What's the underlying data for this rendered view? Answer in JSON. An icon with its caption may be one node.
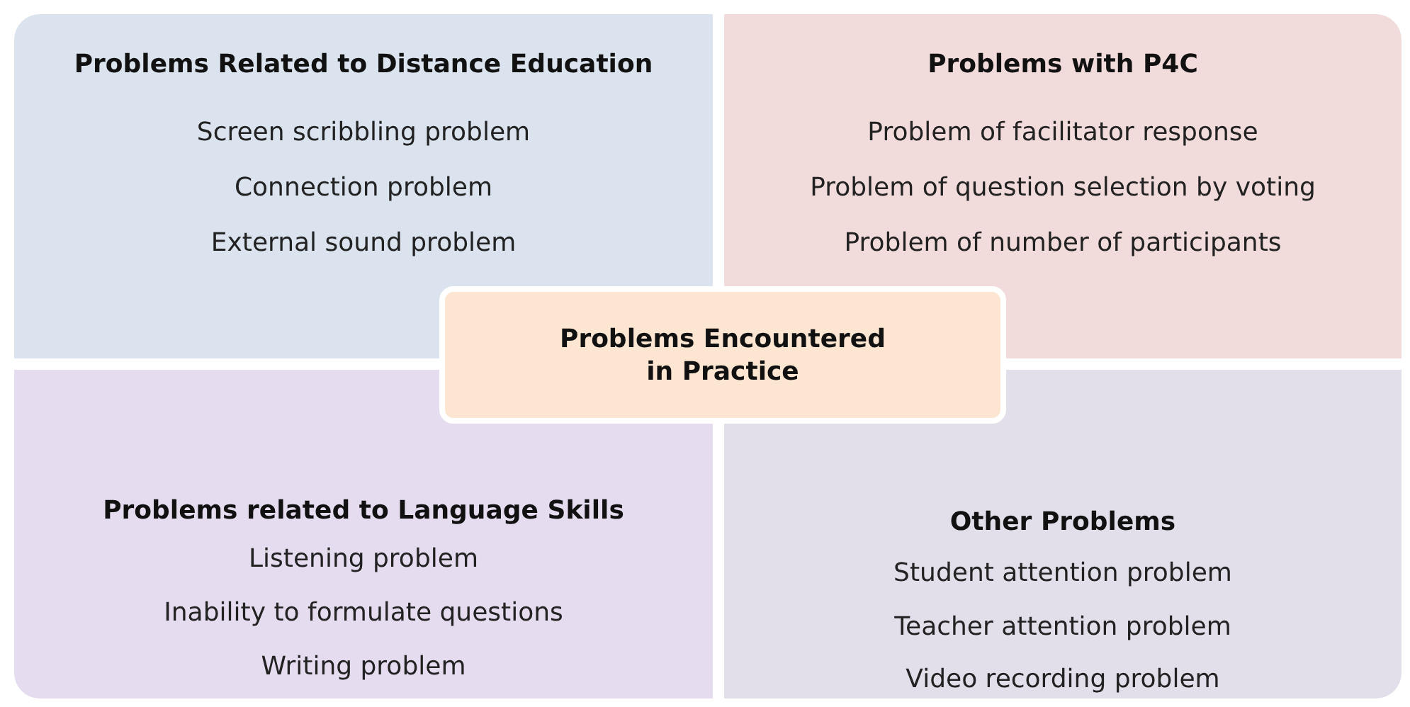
{
  "diagram": {
    "nodes": [
      {
        "text": [
          "Problems Related to Distance Education",
          "Screen scribbling problem",
          "Connection problem",
          "External sound problem"
        ]
      },
      {
        "text": [
          "Problems with P4C",
          "Problem of facilitator response",
          "Problem of question selection by voting",
          "Problem of number of participants"
        ]
      },
      {
        "text": [
          "Problems Encountered in Practice"
        ]
      },
      {
        "text": [
          "Problems related to Language Skills",
          "Listening problem",
          "Inability to formulate questions",
          "Writing problem"
        ]
      },
      {
        "text": [
          "Other Problems",
          "Student attention problem",
          "Teacher attention problem",
          "Video recording problem"
        ]
      }
    ]
  }
}
